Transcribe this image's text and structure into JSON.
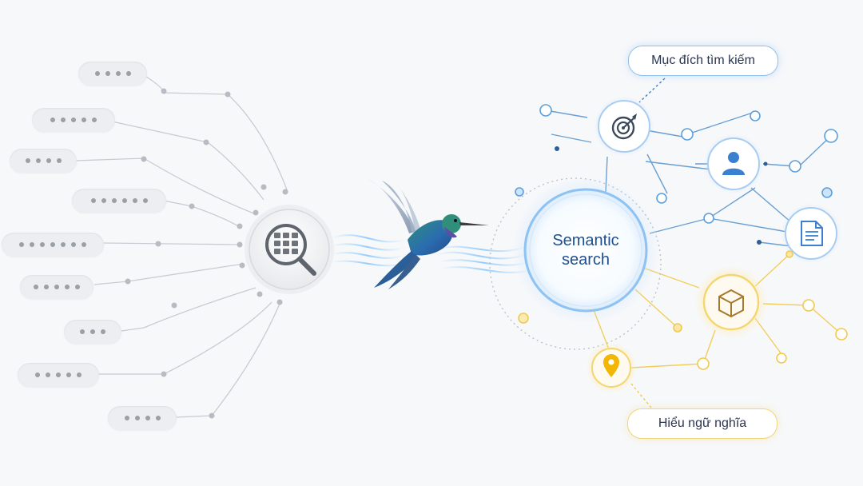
{
  "semantic_search": {
    "line1": "Semantic",
    "line2": "search"
  },
  "labels": {
    "search_intent": "Mục đích tìm kiếm",
    "semantic_understanding": "Hiểu ngữ nghĩa"
  },
  "keyword_pills": [
    {
      "dots": 4
    },
    {
      "dots": 5
    },
    {
      "dots": 4
    },
    {
      "dots": 6
    },
    {
      "dots": 7
    },
    {
      "dots": 5
    },
    {
      "dots": 3
    },
    {
      "dots": 5
    },
    {
      "dots": 4
    }
  ],
  "icons": [
    "grid-search-icon",
    "target-icon",
    "user-icon",
    "document-icon",
    "cube-icon",
    "location-pin-icon",
    "hummingbird-icon"
  ],
  "colors": {
    "background": "#f7f8fa",
    "connector_gray": "#c8ccd2",
    "blue": "#3b82c4",
    "light_blue": "#a9cdf0",
    "gold": "#f2c94c",
    "text_blue": "#1f4f8f"
  }
}
